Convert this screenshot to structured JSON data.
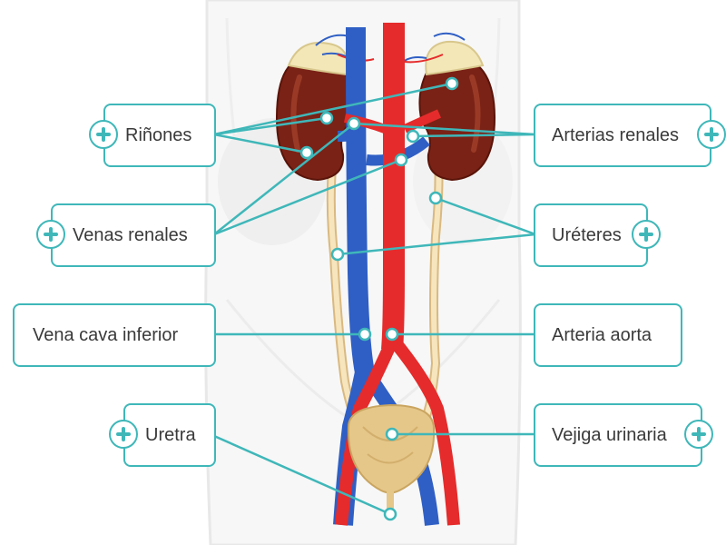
{
  "labels": {
    "rinones": "Riñones",
    "venas_renales": "Venas renales",
    "vena_cava": "Vena cava inferior",
    "uretra": "Uretra",
    "arterias_renales": "Arterias renales",
    "ureteres": "Uréteres",
    "arteria_aorta": "Arteria aorta",
    "vejiga": "Vejiga urinaria"
  },
  "colors": {
    "accent": "#3fb7b9",
    "vein": "#2f5fc4",
    "artery": "#e52b2b",
    "kidney": "#7a2216",
    "ureter": "#f1dcae",
    "bladder": "#e6c78a",
    "body_outline": "#e8e8e8"
  }
}
